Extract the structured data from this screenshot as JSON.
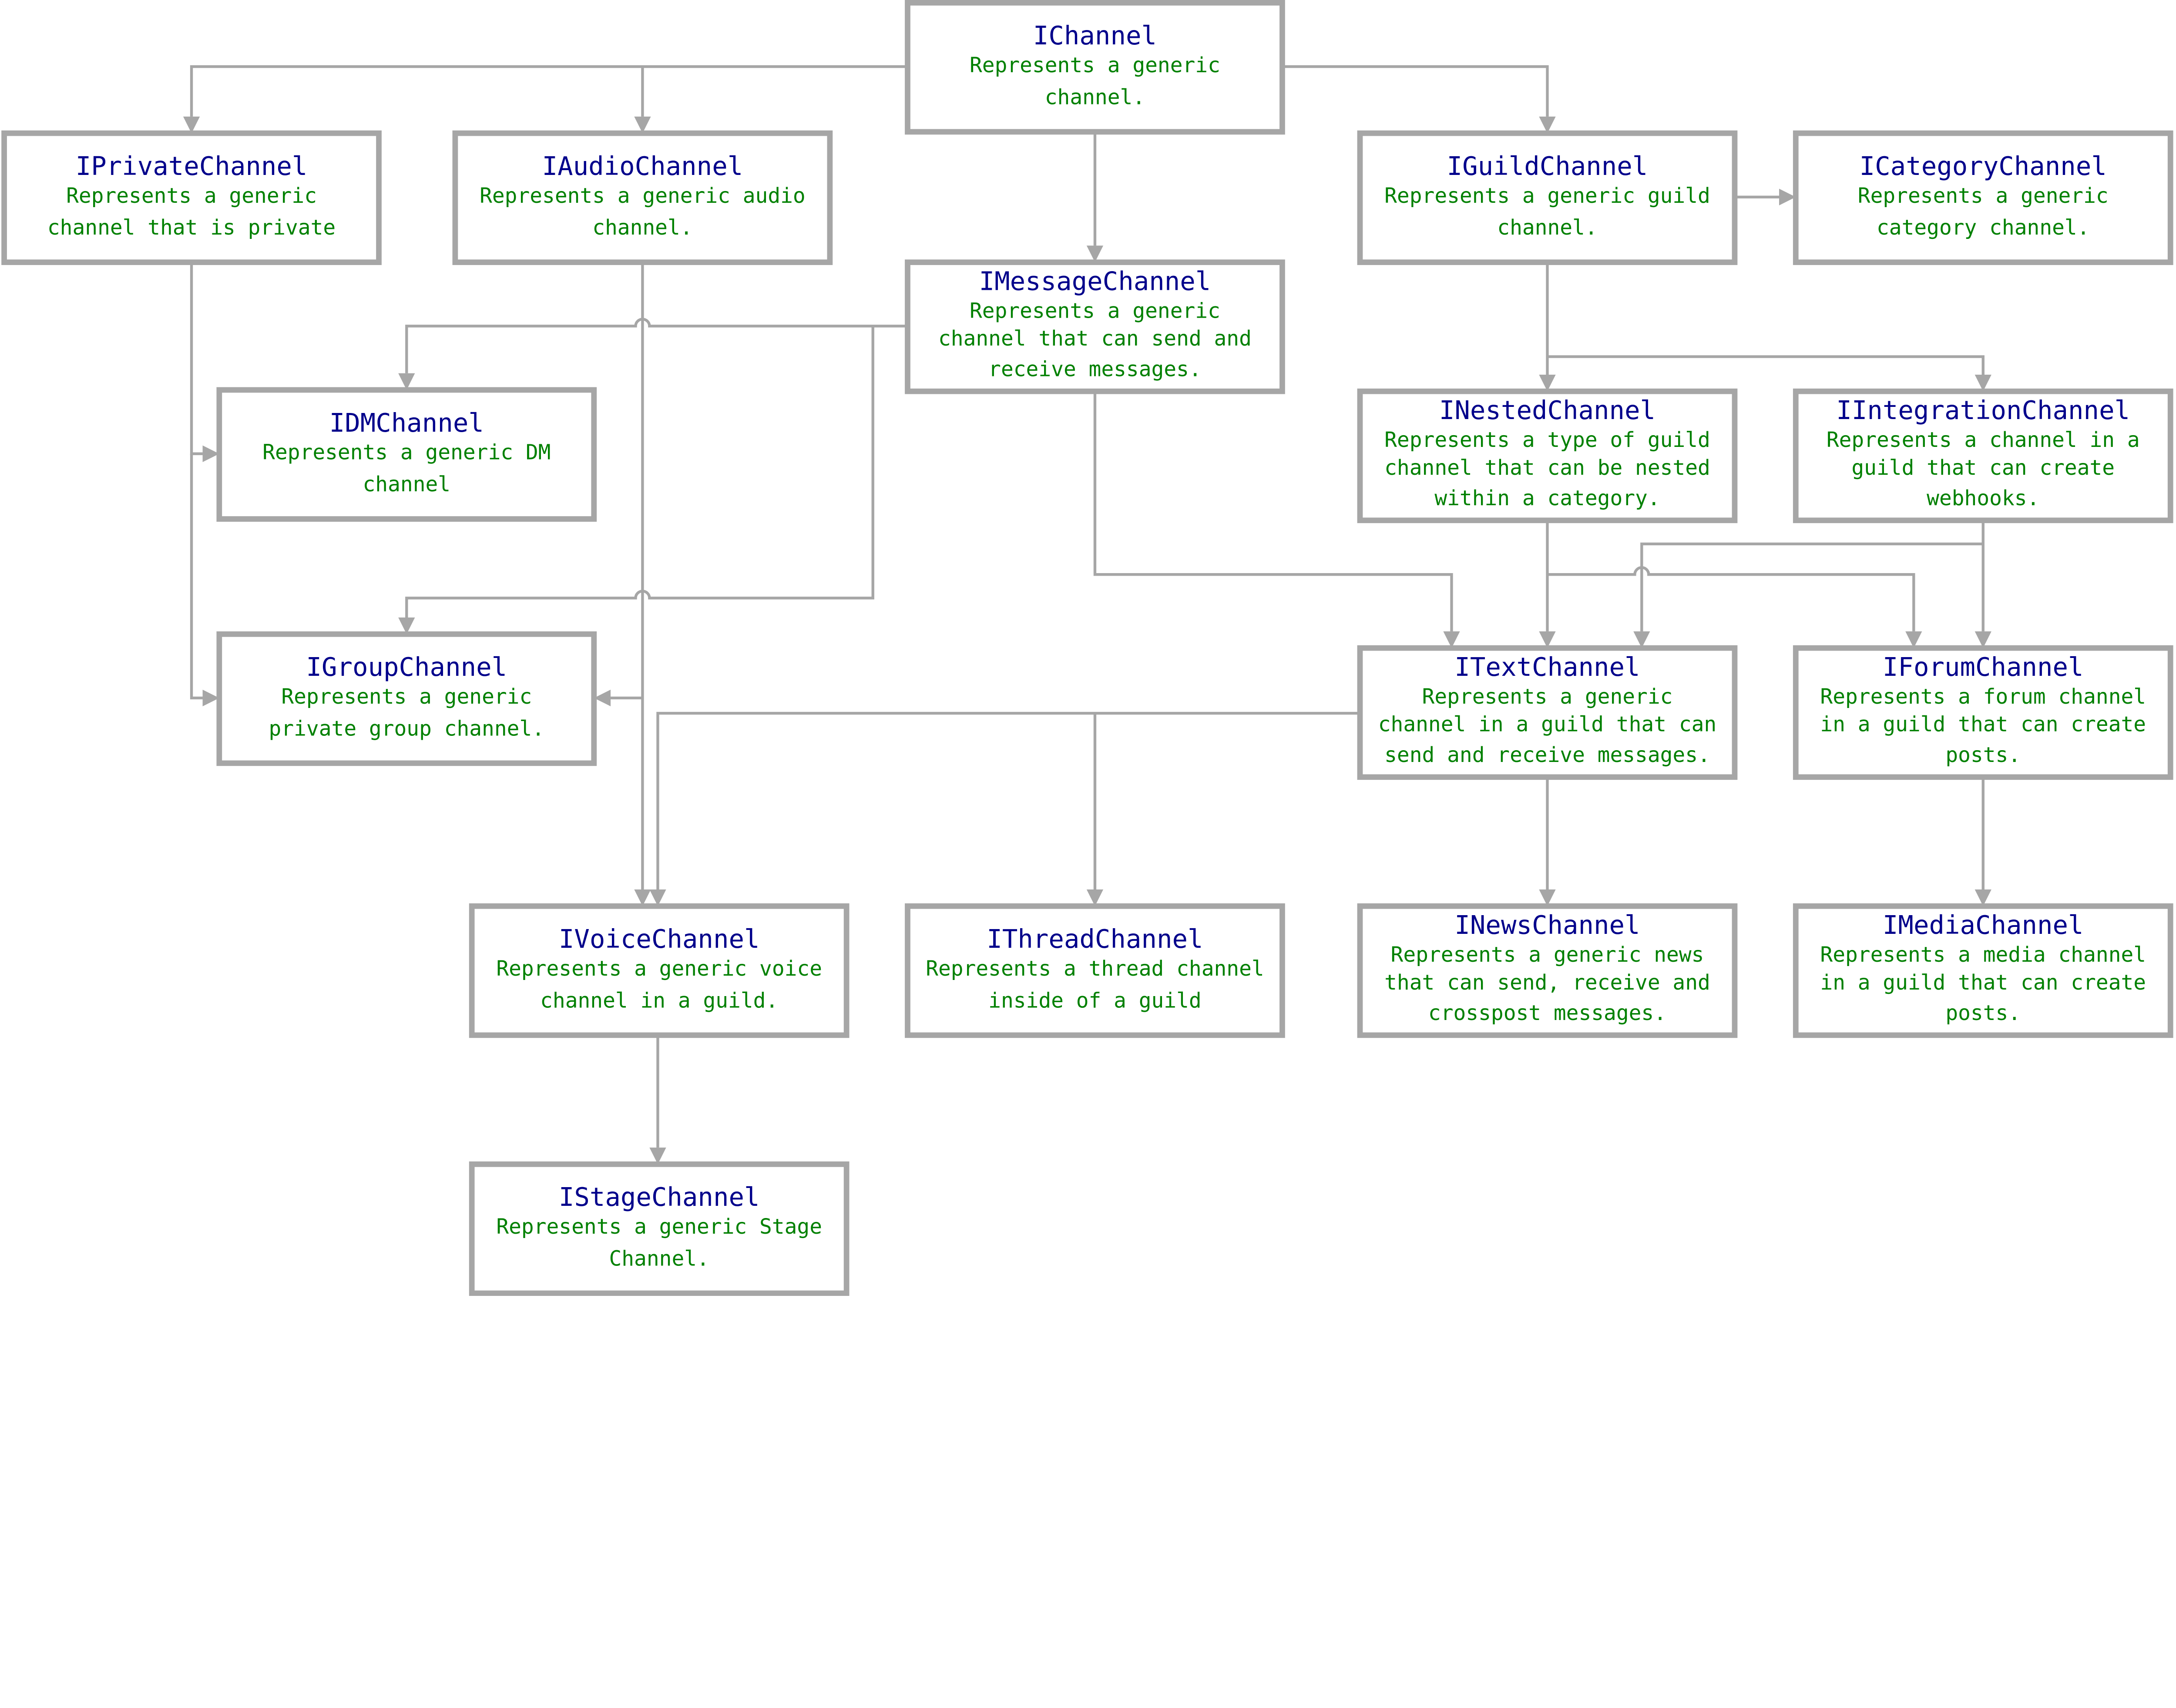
{
  "diagram": {
    "colors": {
      "title": "#00008b",
      "description": "#008000",
      "border": "#a6a6a6",
      "edge": "#a6a6a6"
    },
    "nodes": [
      {
        "id": "ichannel",
        "title": "IChannel",
        "desc": [
          "Represents a generic",
          "channel."
        ]
      },
      {
        "id": "iprivatechannel",
        "title": "IPrivateChannel",
        "desc": [
          "Represents a generic",
          "channel that is private"
        ]
      },
      {
        "id": "iaudiochannel",
        "title": "IAudioChannel",
        "desc": [
          "Represents a generic audio",
          "channel."
        ]
      },
      {
        "id": "iguildchannel",
        "title": "IGuildChannel",
        "desc": [
          "Represents a generic guild",
          "channel."
        ]
      },
      {
        "id": "icategorychannel",
        "title": "ICategoryChannel",
        "desc": [
          "Represents a generic",
          "category channel."
        ]
      },
      {
        "id": "imessagechannel",
        "title": "IMessageChannel",
        "desc": [
          "Represents a generic",
          "channel that can send and",
          "receive messages."
        ]
      },
      {
        "id": "idmchannel",
        "title": "IDMChannel",
        "desc": [
          "Represents a generic DM",
          "channel"
        ]
      },
      {
        "id": "inestedchannel",
        "title": "INestedChannel",
        "desc": [
          "Represents a type of guild",
          "channel that can be nested",
          "within a category."
        ]
      },
      {
        "id": "iintegrationchannel",
        "title": "IIntegrationChannel",
        "desc": [
          "Represents a channel in a",
          "guild that can create",
          "webhooks."
        ]
      },
      {
        "id": "igroupchannel",
        "title": "IGroupChannel",
        "desc": [
          "Represents a generic",
          "private group channel."
        ]
      },
      {
        "id": "itextchannel",
        "title": "ITextChannel",
        "desc": [
          "Represents a generic",
          "channel in a guild that can",
          "send and receive messages."
        ]
      },
      {
        "id": "iforumchannel",
        "title": "IForumChannel",
        "desc": [
          "Represents a forum channel",
          "in a guild that can create",
          "posts."
        ]
      },
      {
        "id": "ivoicechannel",
        "title": "IVoiceChannel",
        "desc": [
          "Represents a generic voice",
          "channel in a guild."
        ]
      },
      {
        "id": "ithreadchannel",
        "title": "IThreadChannel",
        "desc": [
          "Represents a thread channel",
          "inside of a guild"
        ]
      },
      {
        "id": "inewschannel",
        "title": "INewsChannel",
        "desc": [
          "Represents a generic news",
          "that can send, receive and",
          "crosspost messages."
        ]
      },
      {
        "id": "imediachannel",
        "title": "IMediaChannel",
        "desc": [
          "Represents a media channel",
          "in a guild that can create",
          "posts."
        ]
      },
      {
        "id": "istagechannel",
        "title": "IStageChannel",
        "desc": [
          "Represents a generic Stage",
          "Channel."
        ]
      }
    ],
    "edges": [
      {
        "from": "ichannel",
        "to": "iprivatechannel"
      },
      {
        "from": "ichannel",
        "to": "iaudiochannel"
      },
      {
        "from": "ichannel",
        "to": "iguildchannel"
      },
      {
        "from": "ichannel",
        "to": "imessagechannel"
      },
      {
        "from": "iguildchannel",
        "to": "icategorychannel"
      },
      {
        "from": "iprivatechannel",
        "to": "idmchannel"
      },
      {
        "from": "iprivatechannel",
        "to": "igroupchannel"
      },
      {
        "from": "iaudiochannel",
        "to": "ivoicechannel"
      },
      {
        "from": "iaudiochannel",
        "to": "igroupchannel"
      },
      {
        "from": "imessagechannel",
        "to": "idmchannel"
      },
      {
        "from": "imessagechannel",
        "to": "igroupchannel"
      },
      {
        "from": "imessagechannel",
        "to": "itextchannel"
      },
      {
        "from": "iguildchannel",
        "to": "inestedchannel"
      },
      {
        "from": "iguildchannel",
        "to": "iintegrationchannel"
      },
      {
        "from": "inestedchannel",
        "to": "itextchannel"
      },
      {
        "from": "inestedchannel",
        "to": "iforumchannel"
      },
      {
        "from": "iintegrationchannel",
        "to": "itextchannel"
      },
      {
        "from": "iintegrationchannel",
        "to": "iforumchannel"
      },
      {
        "from": "itextchannel",
        "to": "ivoicechannel"
      },
      {
        "from": "itextchannel",
        "to": "ithreadchannel"
      },
      {
        "from": "itextchannel",
        "to": "inewschannel"
      },
      {
        "from": "iforumchannel",
        "to": "imediachannel"
      },
      {
        "from": "ivoicechannel",
        "to": "istagechannel"
      }
    ]
  }
}
